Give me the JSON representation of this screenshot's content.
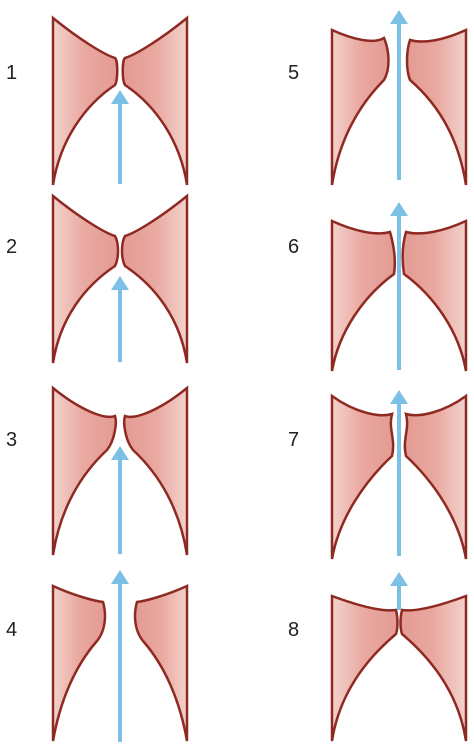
{
  "figure": {
    "panels": [
      {
        "number": "1",
        "phase": "closed",
        "flow": "below"
      },
      {
        "number": "2",
        "phase": "closed",
        "flow": "below"
      },
      {
        "number": "3",
        "phase": "bulging",
        "flow": "below"
      },
      {
        "number": "4",
        "phase": "open",
        "flow": "through"
      },
      {
        "number": "5",
        "phase": "open",
        "flow": "through"
      },
      {
        "number": "6",
        "phase": "closing",
        "flow": "through"
      },
      {
        "number": "7",
        "phase": "closing-bulge",
        "flow": "through"
      },
      {
        "number": "8",
        "phase": "closed",
        "flow": "above"
      }
    ],
    "colors": {
      "tissue_fill": "#e9a8a0",
      "tissue_edge": "#8e2a22",
      "arrow": "#7cc0e6",
      "label": "#222222"
    }
  }
}
